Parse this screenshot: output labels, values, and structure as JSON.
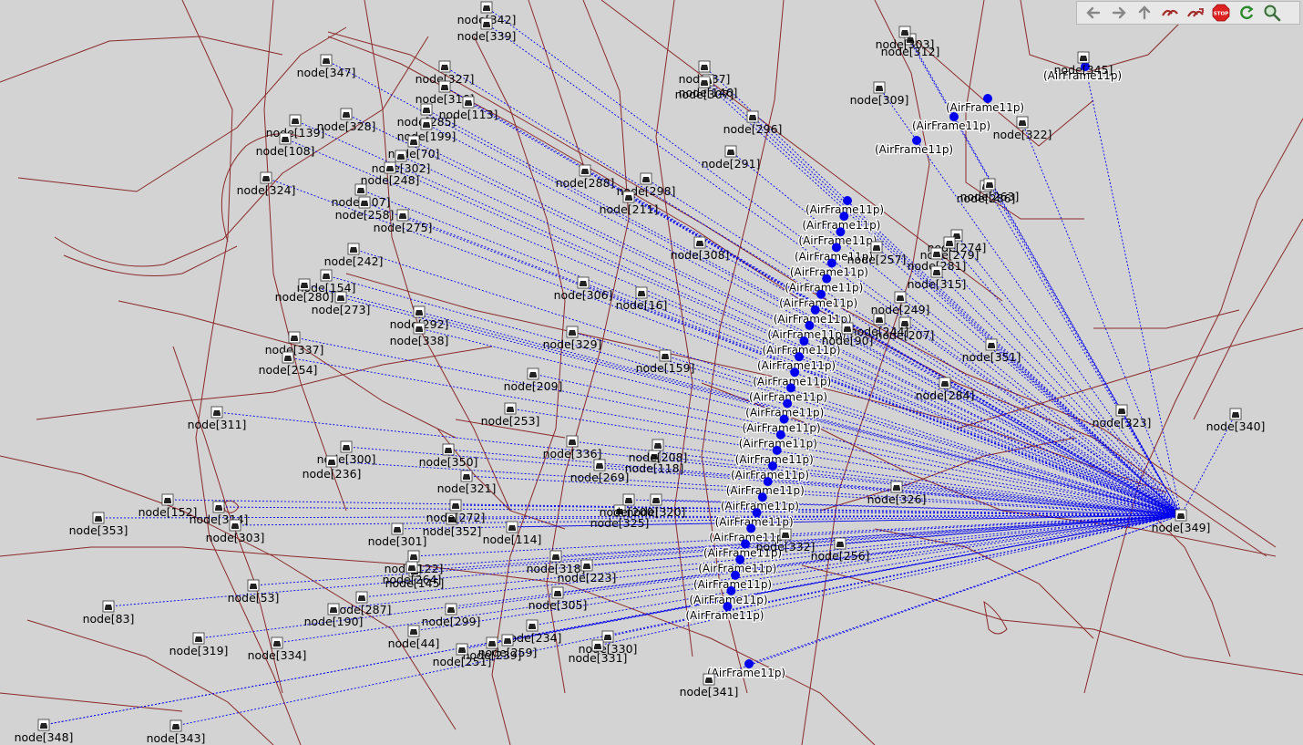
{
  "toolbar": {
    "buttons": [
      {
        "name": "back-button",
        "icon": "arrow-left-icon"
      },
      {
        "name": "forward-button",
        "icon": "arrow-right-icon"
      },
      {
        "name": "up-button",
        "icon": "arrow-up-icon"
      },
      {
        "name": "run-fast-button",
        "icon": "fast-forward-icon"
      },
      {
        "name": "run-express-button",
        "icon": "express-run-icon"
      },
      {
        "name": "stop-button",
        "icon": "stop-icon",
        "label": "STOP"
      },
      {
        "name": "refresh-button",
        "icon": "refresh-icon"
      },
      {
        "name": "zoom-button",
        "icon": "zoom-icon"
      }
    ]
  },
  "colors": {
    "background": "#d3d3d3",
    "road": "#8b2a2a",
    "link": "#0000ee",
    "airframe": "#0000ee",
    "toolbar_bg": "#e8e8e8",
    "stop_red": "#dd2222"
  },
  "airframe_label": "(AirFrame11p)",
  "hub_node": "node[349]",
  "nodes": [
    "node[342]",
    "node[339]",
    "node[347]",
    "node[327]",
    "node[316]",
    "node[113]",
    "node[285]",
    "node[199]",
    "node[70]",
    "node[328]",
    "node[139]",
    "node[108]",
    "node[302]",
    "node[248]",
    "node[324]",
    "node[307]",
    "node[258]",
    "node[275]",
    "node[242]",
    "node[154]",
    "node[280]",
    "node[273]",
    "node[292]",
    "node[338]",
    "node[337]",
    "node[254]",
    "node[311]",
    "node[300]",
    "node[236]",
    "node[353]",
    "node[152]",
    "node[314]",
    "node[303]",
    "node[53]",
    "node[83]",
    "node[319]",
    "node[334]",
    "node[348]",
    "node[343]",
    "node[287]",
    "node[190]",
    "node[145]",
    "node[122]",
    "node[264]",
    "node[301]",
    "node[352]",
    "node[272]",
    "node[321]",
    "node[350]",
    "node[253]",
    "node[209]",
    "node[329]",
    "node[306]",
    "node[16]",
    "node[288]",
    "node[298]",
    "node[211]",
    "node[308]",
    "node[291]",
    "node[296]",
    "node[87]",
    "node[146]",
    "node[307]",
    "node[309]",
    "node[312]",
    "node[303]",
    "node[345]",
    "node[322]",
    "node[286]",
    "node[263]",
    "node[274]",
    "node[279]",
    "node[281]",
    "node[315]",
    "node[249]",
    "node[207]",
    "node[244]",
    "node[257]",
    "node[351]",
    "node[284]",
    "node[323]",
    "node[340]",
    "node[326]",
    "node[349]",
    "node[90]",
    "node[159]",
    "node[336]",
    "node[269]",
    "node[325]",
    "node[114]",
    "node[318]",
    "node[223]",
    "node[305]",
    "node[234]",
    "node[259]",
    "node[299]",
    "node[239]",
    "node[251]",
    "node[44]",
    "node[330]",
    "node[331]",
    "node[341]",
    "node[332]",
    "node[256]",
    "node[320]",
    "node[200]",
    "node[118]",
    "node[208]"
  ]
}
